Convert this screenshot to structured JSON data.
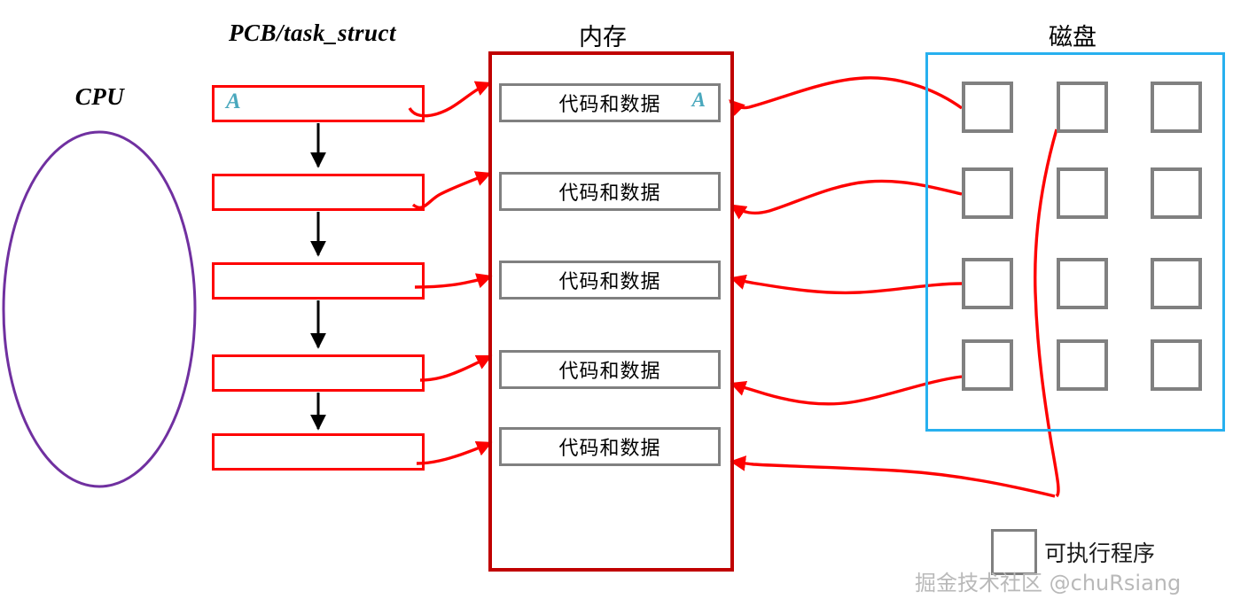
{
  "diagram": {
    "title_cpu": "CPU",
    "title_pcb": "PCB/task_struct",
    "title_memory": "内存",
    "title_disk": "磁盘"
  },
  "colors": {
    "pcb_border": "#fe0000",
    "memory_border": "#c00000",
    "memory_block_border": "#808080",
    "disk_border": "#27b0ef",
    "disk_cell_border": "#808080",
    "cpu_ellipse": "#7030a0",
    "arrow_black": "#000000",
    "arrow_red": "#fe0000",
    "tag_text": "#4aa8bd",
    "watermark": "#b9b9b9"
  },
  "pcb": {
    "blocks": [
      {
        "label": "A"
      },
      {
        "label": ""
      },
      {
        "label": ""
      },
      {
        "label": ""
      },
      {
        "label": ""
      }
    ]
  },
  "memory": {
    "blocks": [
      {
        "text": "代码和数据",
        "tag": "A"
      },
      {
        "text": "代码和数据",
        "tag": ""
      },
      {
        "text": "代码和数据",
        "tag": ""
      },
      {
        "text": "代码和数据",
        "tag": ""
      },
      {
        "text": "代码和数据",
        "tag": ""
      }
    ]
  },
  "disk": {
    "rows": 4,
    "cols": 3,
    "cells": [
      {
        "r": 1,
        "c": 1
      },
      {
        "r": 1,
        "c": 2
      },
      {
        "r": 1,
        "c": 3
      },
      {
        "r": 2,
        "c": 1
      },
      {
        "r": 2,
        "c": 2
      },
      {
        "r": 2,
        "c": 3
      },
      {
        "r": 3,
        "c": 1
      },
      {
        "r": 3,
        "c": 2
      },
      {
        "r": 3,
        "c": 3
      },
      {
        "r": 4,
        "c": 1
      },
      {
        "r": 4,
        "c": 2
      },
      {
        "r": 4,
        "c": 3
      }
    ]
  },
  "legend": {
    "label": "可执行程序"
  },
  "watermark": {
    "text": "掘金技术社区 @chuRsiang"
  }
}
